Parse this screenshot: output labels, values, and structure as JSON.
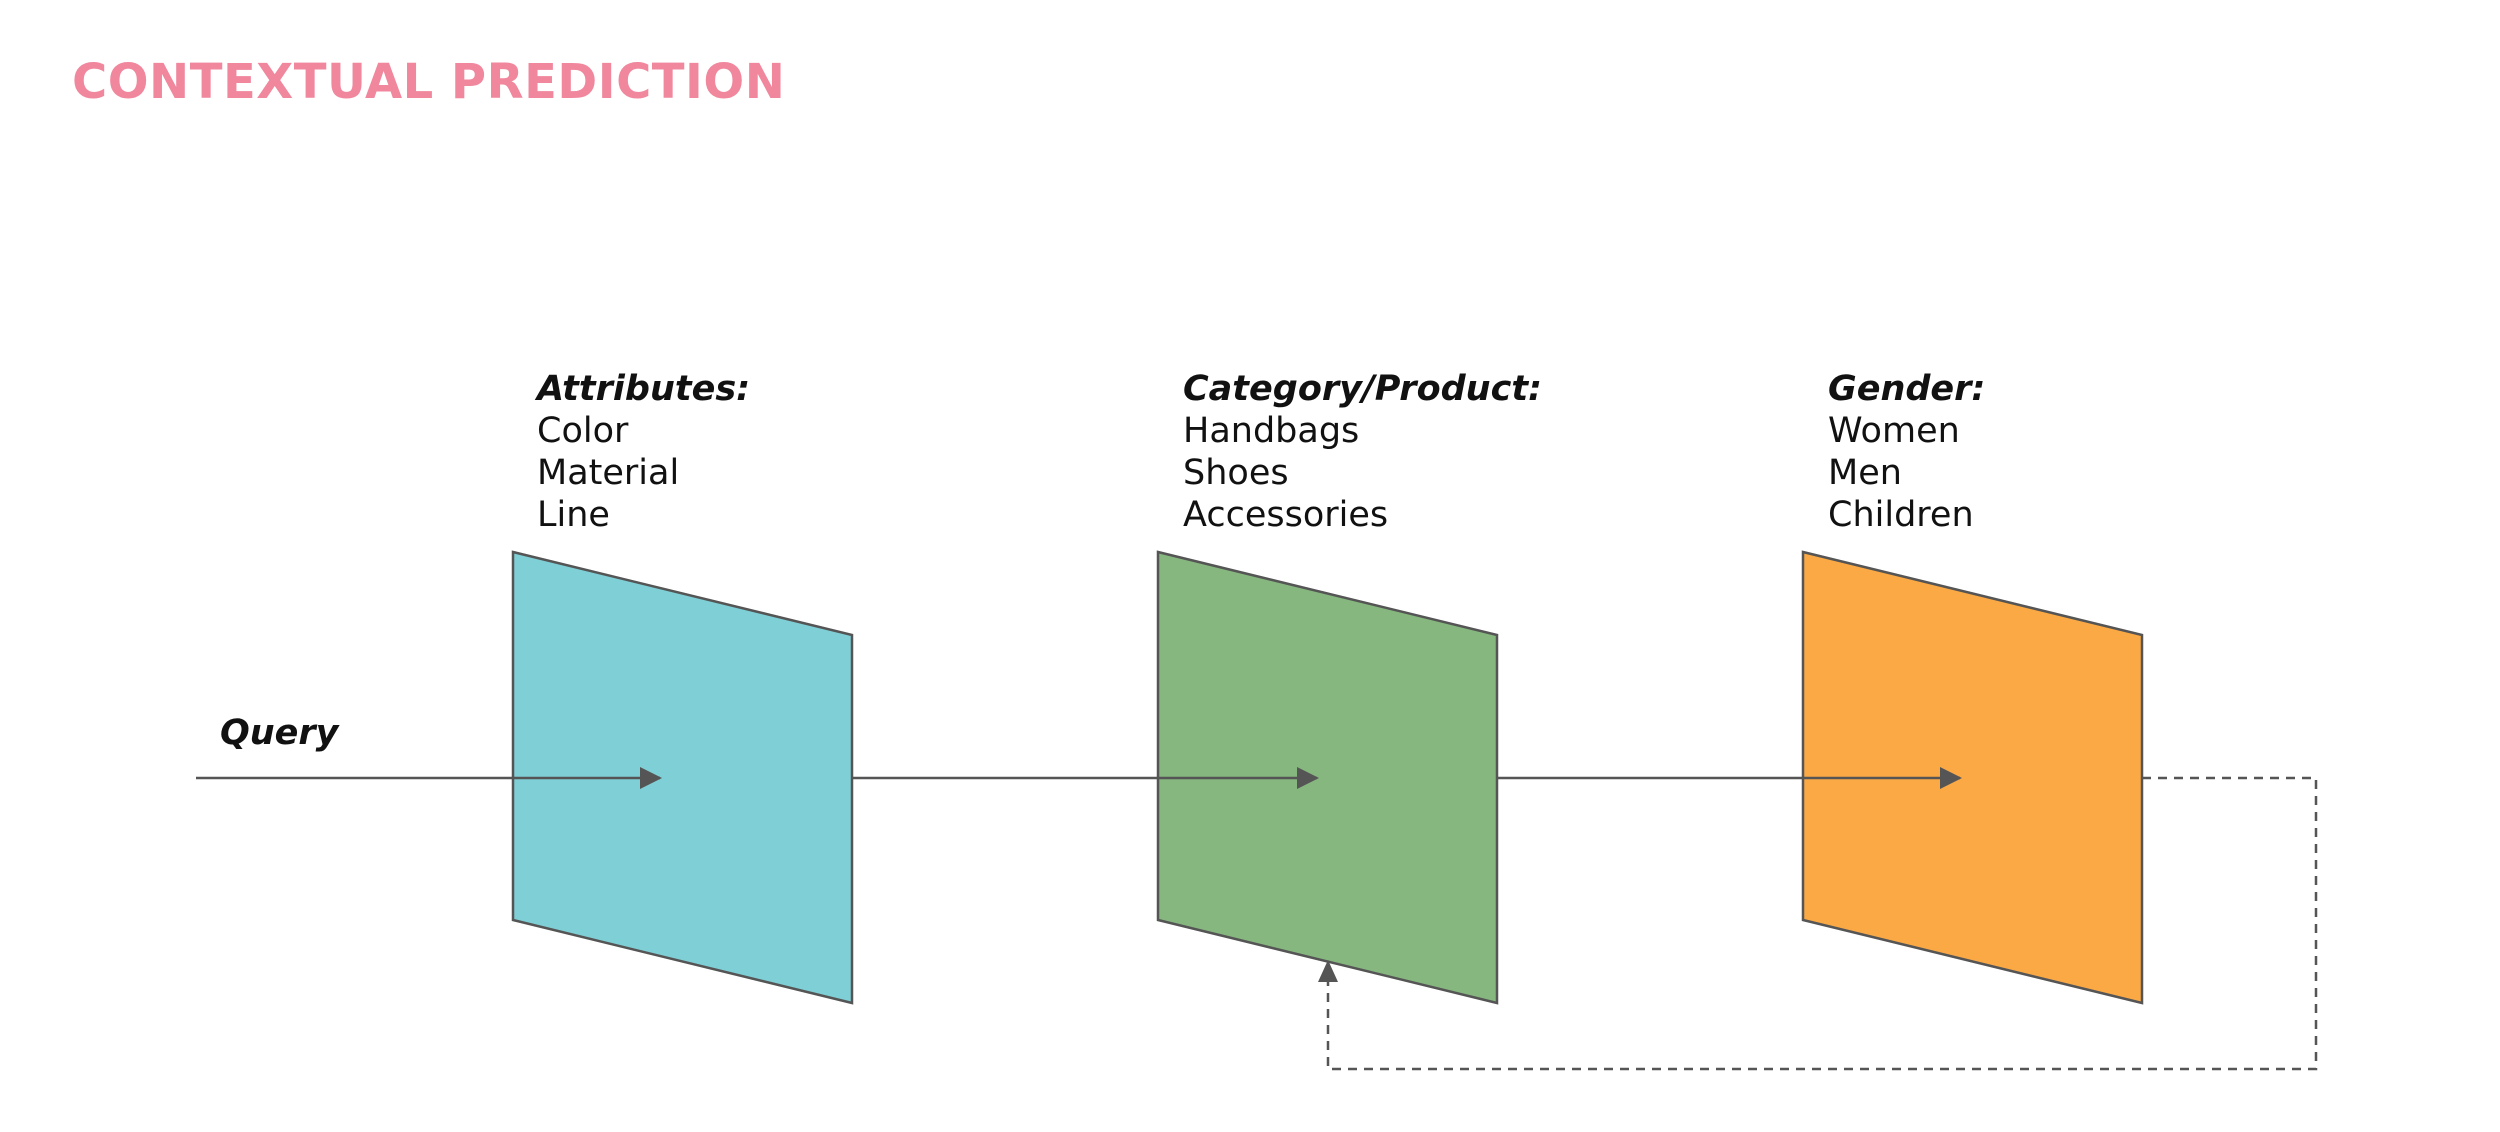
{
  "title": "CONTEXTUAL PREDICTION",
  "colors": {
    "title": "#F0879D",
    "panel_attributes": "#7ECFD6",
    "panel_category": "#86B77F",
    "panel_gender": "#FBA944",
    "stroke": "#555555"
  },
  "query_label": "Query",
  "stages": [
    {
      "heading": "Attributes:",
      "items": [
        "Color",
        "Material",
        "Line"
      ]
    },
    {
      "heading": "Category/Product:",
      "items": [
        "Handbags",
        "Shoes",
        "Accessories"
      ]
    },
    {
      "heading": "Gender:",
      "items": [
        "Women",
        "Men",
        "Children"
      ]
    }
  ]
}
